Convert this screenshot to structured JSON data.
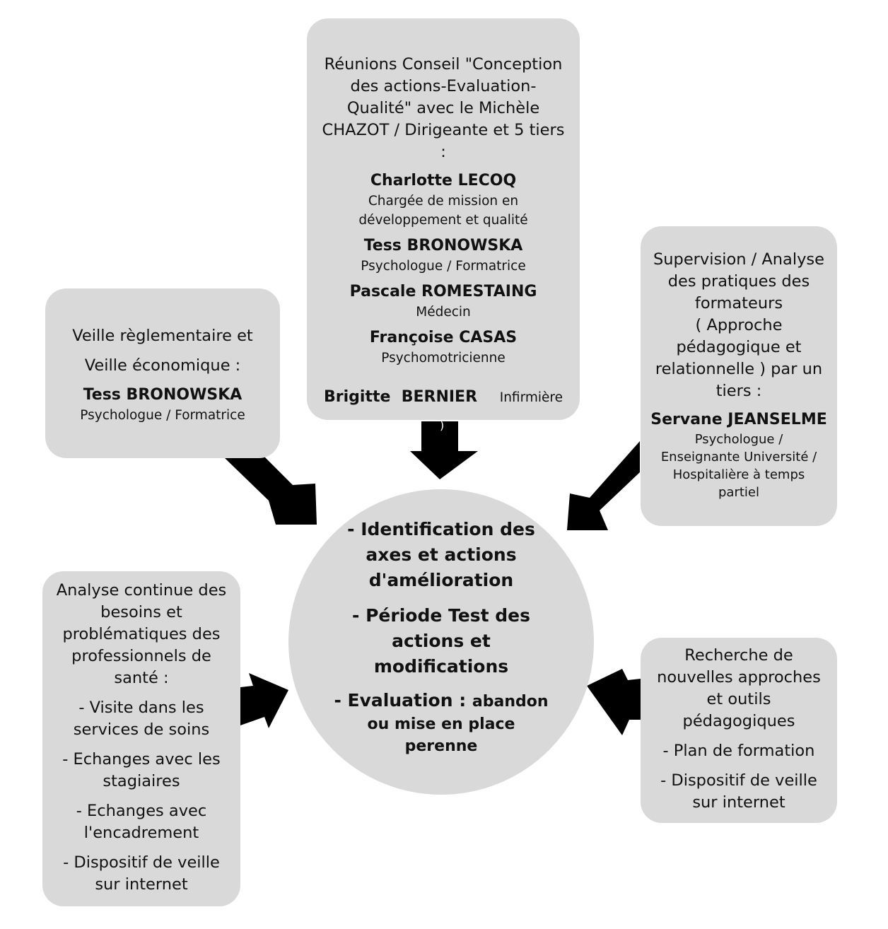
{
  "top_box": {
    "title_lines": [
      "Réunions Conseil \"Conception",
      "des actions-Evaluation-",
      "Qualité\" avec le Michèle",
      "CHAZOT / Dirigeante et 5 tiers",
      ":"
    ],
    "people": [
      {
        "name": "Charlotte LECOQ",
        "role_lines": [
          "Chargée de mission en",
          "développement et qualité"
        ]
      },
      {
        "name": "Tess BRONOWSKA",
        "role_lines": [
          "Psychologue / Formatrice"
        ]
      },
      {
        "name": "Pascale ROMESTAING",
        "role_lines": [
          "Médecin"
        ]
      },
      {
        "name": "Françoise CASAS",
        "role_lines": [
          "Psychomotricienne"
        ]
      }
    ],
    "last_person": {
      "name": "Brigitte  BERNIER",
      "role": "Infirmière"
    },
    "stray_mark": ")"
  },
  "left_top_box": {
    "lines": [
      "Veille règlementaire et",
      "Veille économique :"
    ],
    "name": "Tess BRONOWSKA",
    "role": "Psychologue / Formatrice"
  },
  "right_top_box": {
    "lines": [
      "Supervision / Analyse",
      "des pratiques des",
      "formateurs",
      "( Approche",
      "pédagogique et",
      "relationnelle ) par un",
      "tiers :"
    ],
    "name": "Servane JEANSELME",
    "role_lines": [
      "Psychologue /",
      "Enseignante Université /",
      "Hospitalière à temps",
      "partiel"
    ]
  },
  "center": {
    "item1": [
      "- Identification des",
      "axes et actions",
      "d'amélioration"
    ],
    "item2": [
      "- Période Test des",
      "actions et",
      "modifications"
    ],
    "item3_lead": "- Evaluation : ",
    "item3_tail": "abandon",
    "item3_rest": [
      "ou mise en place",
      "perenne"
    ]
  },
  "left_bottom_box": {
    "lines": [
      "Analyse continue des",
      "besoins et",
      "problématiques des",
      "professionnels de",
      "santé :"
    ],
    "bullets": [
      [
        "- Visite dans les",
        "services de soins"
      ],
      [
        "- Echanges avec les",
        "stagiaires"
      ],
      [
        "- Echanges avec",
        "l'encadrement"
      ],
      [
        "- Dispositif de veille",
        "sur internet"
      ]
    ]
  },
  "right_bottom_box": {
    "lines": [
      "Recherche de",
      "nouvelles approches",
      "et outils",
      "pédagogiques"
    ],
    "bullets": [
      [
        "- Plan de formation"
      ],
      [
        "- Dispositif de veille",
        "sur internet"
      ]
    ]
  },
  "colors": {
    "box": "#d9d9d9",
    "arrow": "#000000",
    "text": "#111111"
  }
}
